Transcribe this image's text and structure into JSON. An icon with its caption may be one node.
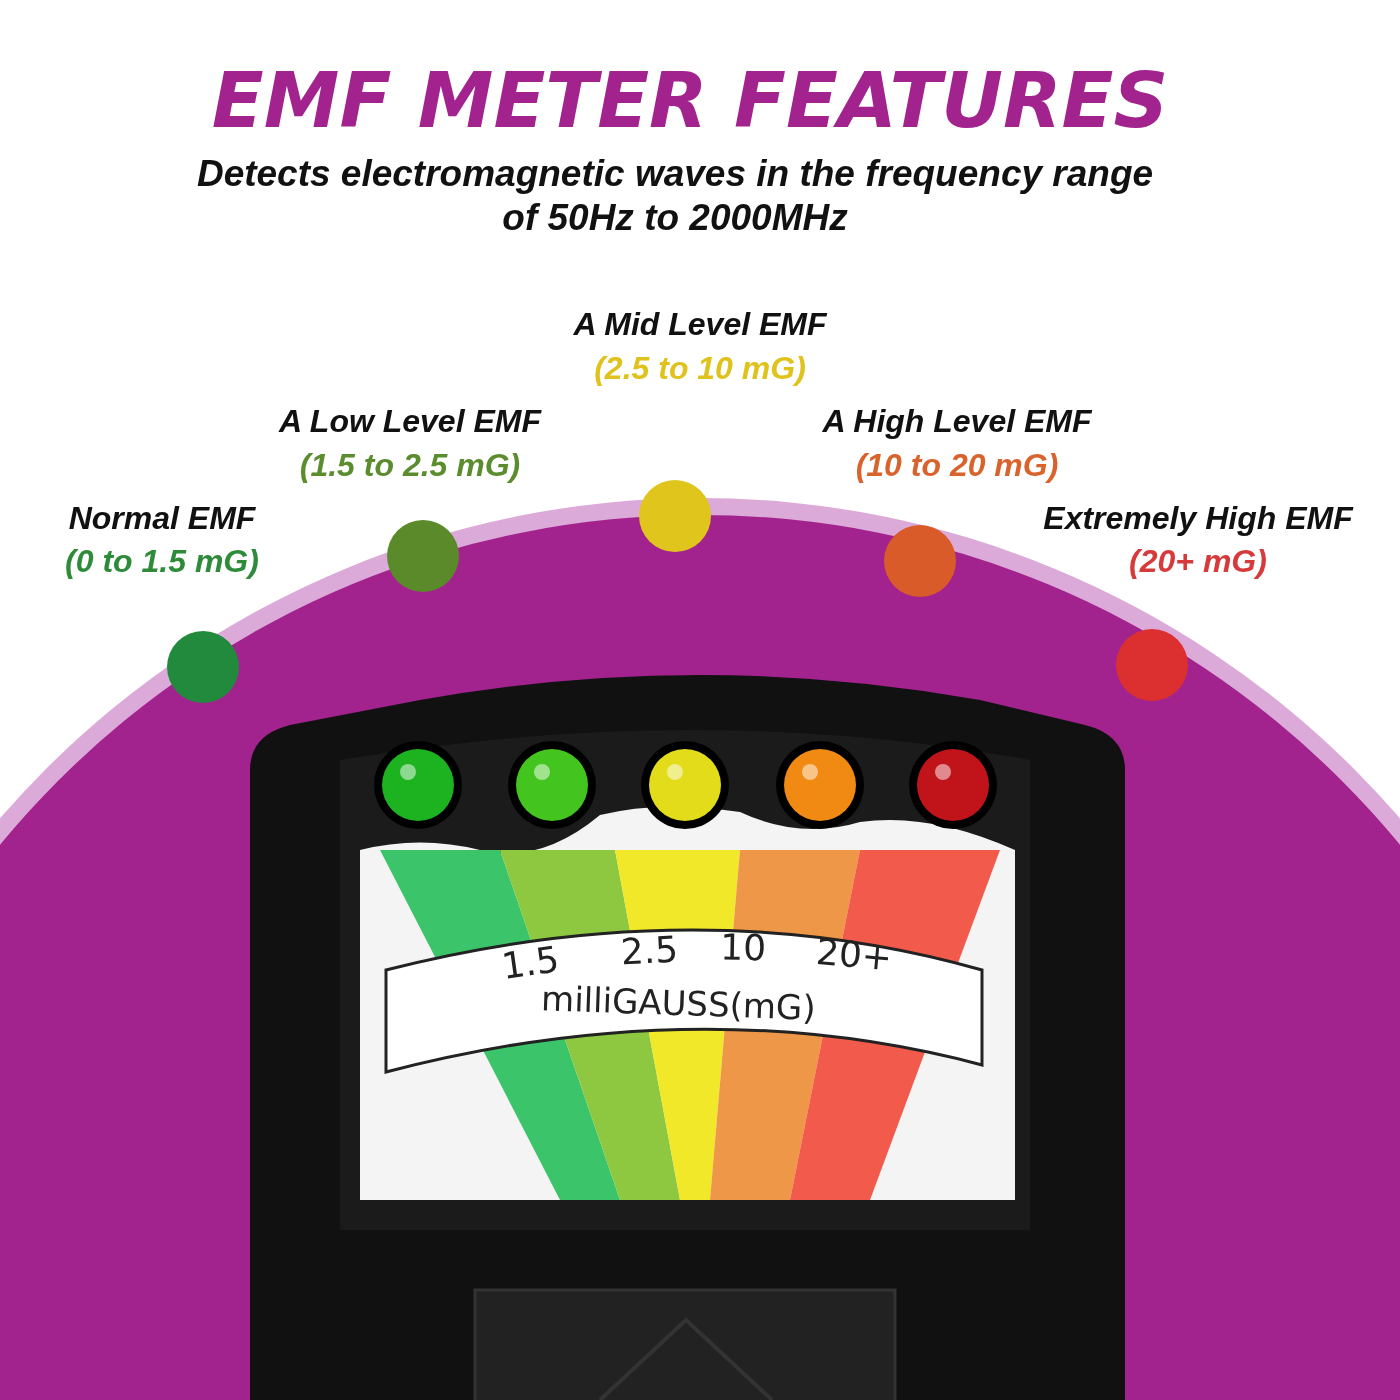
{
  "diagram": {
    "title": "EMF METER FEATURES",
    "nodes": [
      {
        "text": [],
        "shape": "circle",
        "beside": [
          "Normal EMF",
          "(0 to 1.5 mG)"
        ]
      },
      {
        "text": [],
        "shape": "circle",
        "beside": [
          "A Low Level EMF",
          "(1.5 to 2.5 mG)"
        ]
      },
      {
        "text": [],
        "shape": "circle",
        "beside": [
          "A Mid Level EMF",
          "(2.5 to 10 mG)"
        ]
      },
      {
        "text": [],
        "shape": "circle",
        "beside": [
          "A High Level EMF",
          "(10 to 20 mG)"
        ]
      },
      {
        "text": [],
        "shape": "circle",
        "beside": [
          "Extremely High EMF",
          "(20+ mG)"
        ]
      }
    ],
    "edges": [],
    "labels": [
      "Detects electromagnetic waves in the frequency range of 50Hz to 2000MHz",
      "1.5",
      "2.5",
      "10",
      "20+",
      "milliGAUSS(mG)"
    ]
  }
}
